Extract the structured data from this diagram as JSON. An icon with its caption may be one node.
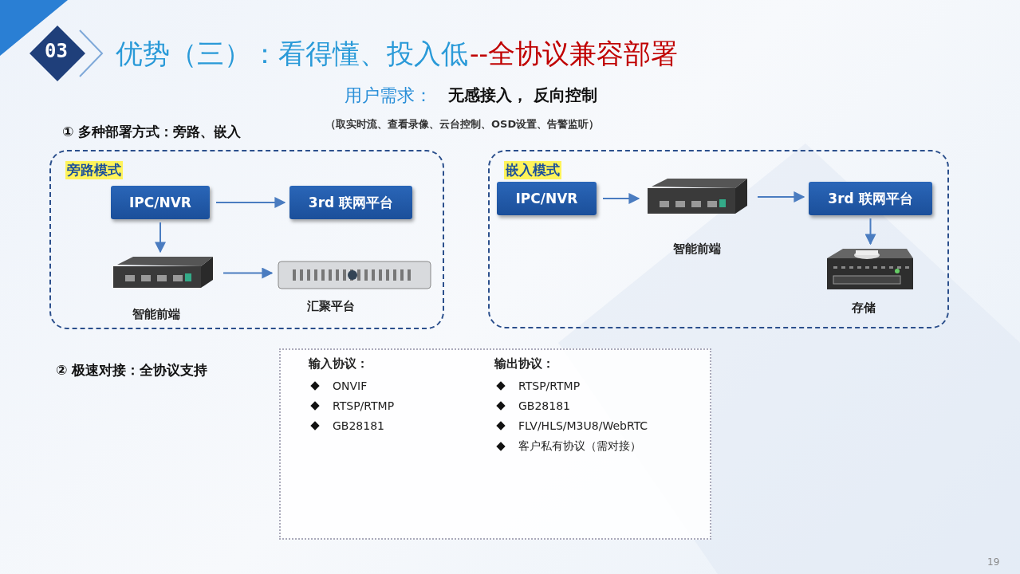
{
  "diagram": {
    "title": "优势（三）：看得懂、投入低",
    "nodes": [
      {
        "text": [
          "旁路模式"
        ]
      },
      {
        "text": [
          "IPC/NVR"
        ],
        "in": 0
      },
      {
        "text": [
          "3rd 联网平台"
        ],
        "in": 0
      },
      {
        "text": [],
        "shape": "picture",
        "in": 0,
        "beside": [
          "智能前端"
        ]
      },
      {
        "text": [],
        "shape": "picture",
        "in": 0,
        "beside": [
          "汇聚平台"
        ]
      },
      {
        "text": [
          "嵌入模式"
        ]
      },
      {
        "text": [
          "IPC/NVR"
        ],
        "in": 5
      },
      {
        "text": [],
        "shape": "picture",
        "in": 5,
        "beside": [
          "智能前端"
        ]
      },
      {
        "text": [
          "3rd 联网平台"
        ],
        "in": 5
      },
      {
        "text": [],
        "shape": "picture",
        "in": 5,
        "beside": [
          "存储"
        ]
      },
      {
        "text": [],
        "shape": "box"
      },
      {
        "text": [
          "输入协议：",
          "ONVIF",
          "RTSP/RTMP",
          "GB28181"
        ],
        "in": 10
      },
      {
        "text": [
          "输出协议：",
          "RTSP/RTMP",
          "GB28181",
          "FLV/HLS/M3U8/WebRTC",
          "客户私有协议（需对接）"
        ],
        "in": 10
      }
    ],
    "edges": [
      {
        "from": 1,
        "to": 2,
        "arrow": "to"
      },
      {
        "from": 1,
        "to": 3,
        "arrow": "to"
      },
      {
        "from": 3,
        "to": 4,
        "arrow": "to"
      },
      {
        "from": 6,
        "to": 7,
        "arrow": "to"
      },
      {
        "from": 7,
        "to": 8,
        "arrow": "to"
      },
      {
        "from": 8,
        "to": 9,
        "arrow": "to"
      }
    ],
    "labels": [
      "03",
      "--全协议兼容部署",
      "用户需求：",
      "无感接入， 反向控制",
      "（取实时流、查看录像、云台控制、OSD设置、告警监听）",
      "① 多种部署方式：旁路、嵌入",
      "② 极速对接：全协议支持",
      "19"
    ]
  }
}
